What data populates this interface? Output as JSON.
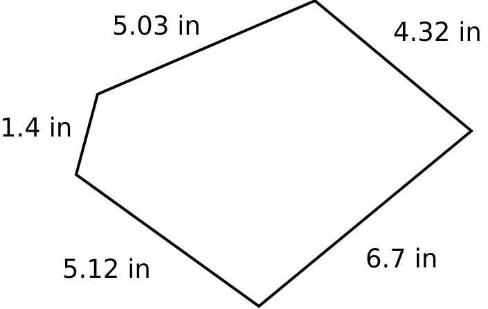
{
  "diagram": {
    "type": "pentagon",
    "sides": [
      {
        "name": "top-left",
        "label": "5.03 in"
      },
      {
        "name": "top-right",
        "label": "4.32 in"
      },
      {
        "name": "left",
        "label": "1.4 in"
      },
      {
        "name": "bottom-left",
        "label": "5.12 in"
      },
      {
        "name": "bottom-right",
        "label": "6.7 in"
      }
    ],
    "colors": {
      "stroke": "#000000",
      "background": "#ffffff"
    }
  }
}
